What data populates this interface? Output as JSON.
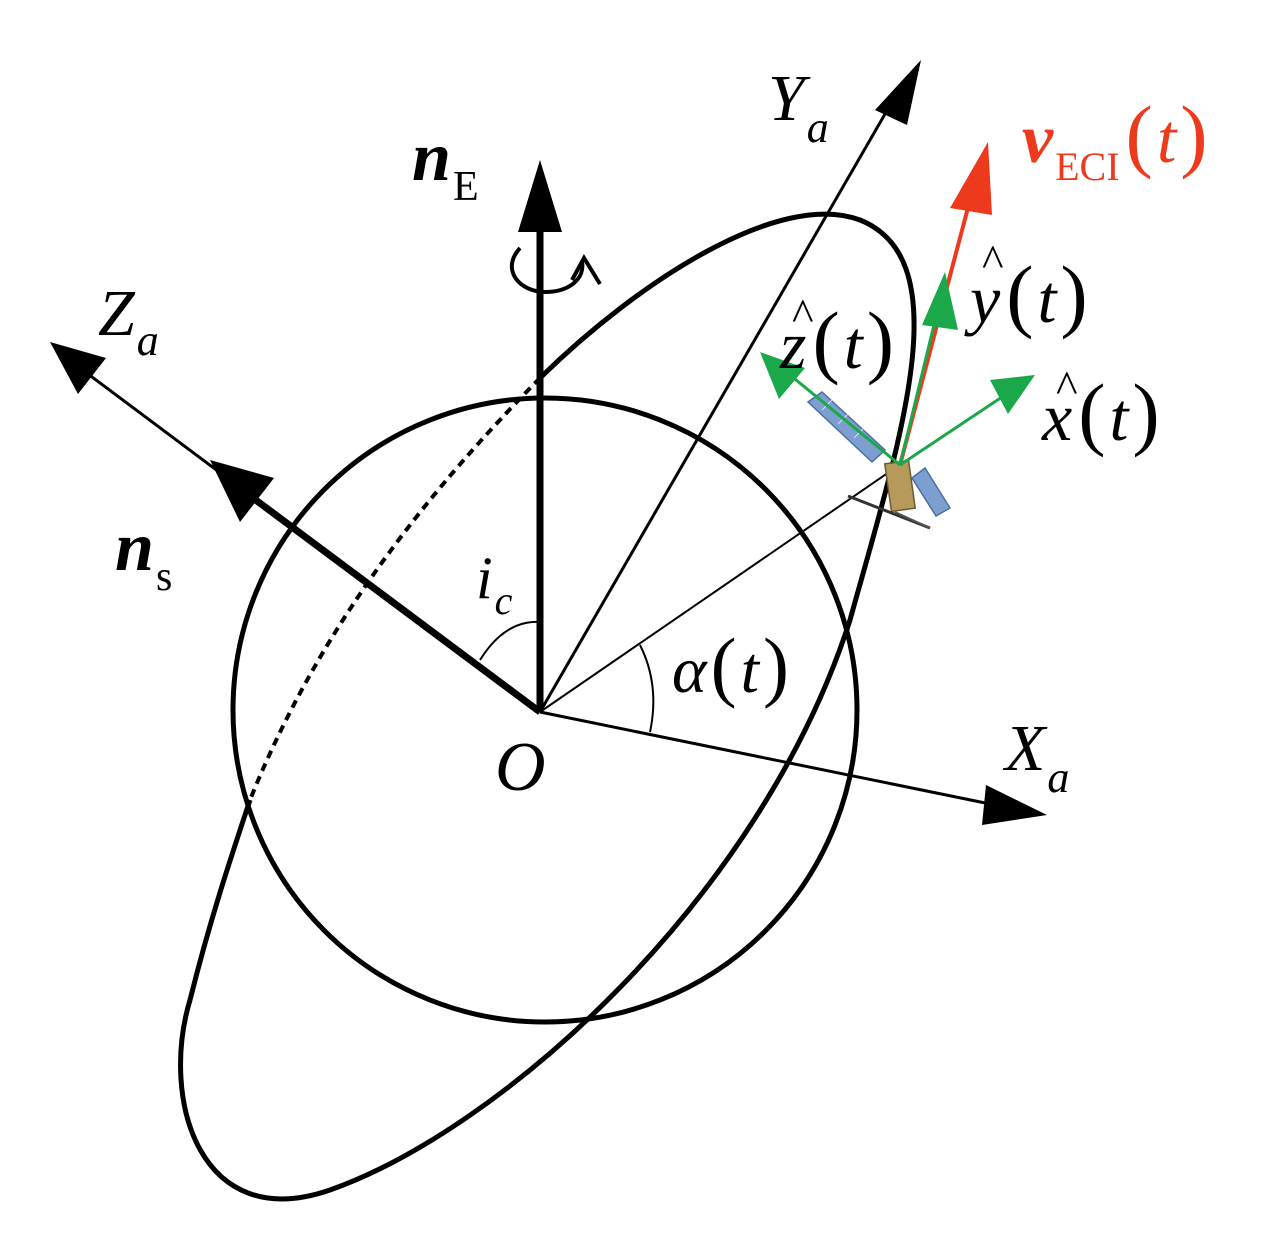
{
  "colors": {
    "ink": "#000000",
    "velocity": "#ee3a1c",
    "body_axes": "#1aa84a",
    "panel": "#7d9fd0",
    "satellite_body": "#b59a5c"
  },
  "labels": {
    "ya": {
      "base": "Y",
      "sub": "a"
    },
    "xa": {
      "base": "X",
      "sub": "a"
    },
    "za": {
      "base": "Z",
      "sub": "a"
    },
    "ne": {
      "base": "n",
      "sub": "E"
    },
    "ns": {
      "base": "n",
      "sub": "s"
    },
    "origin": "O",
    "ic": {
      "base": "i",
      "sub": "c"
    },
    "alpha": {
      "symbol": "α",
      "open": "(",
      "var": "t",
      "close": ")"
    },
    "veci": {
      "base": "v",
      "sub": "ECI",
      "open": "(",
      "var": "t",
      "close": ")"
    },
    "yhat": {
      "hat": "^",
      "base": "y",
      "open": "(",
      "var": "t",
      "close": ")"
    },
    "zhat": {
      "hat": "^",
      "base": "z",
      "open": "(",
      "var": "t",
      "close": ")"
    },
    "xhat": {
      "hat": "^",
      "base": "x",
      "open": "(",
      "var": "t",
      "close": ")"
    }
  }
}
